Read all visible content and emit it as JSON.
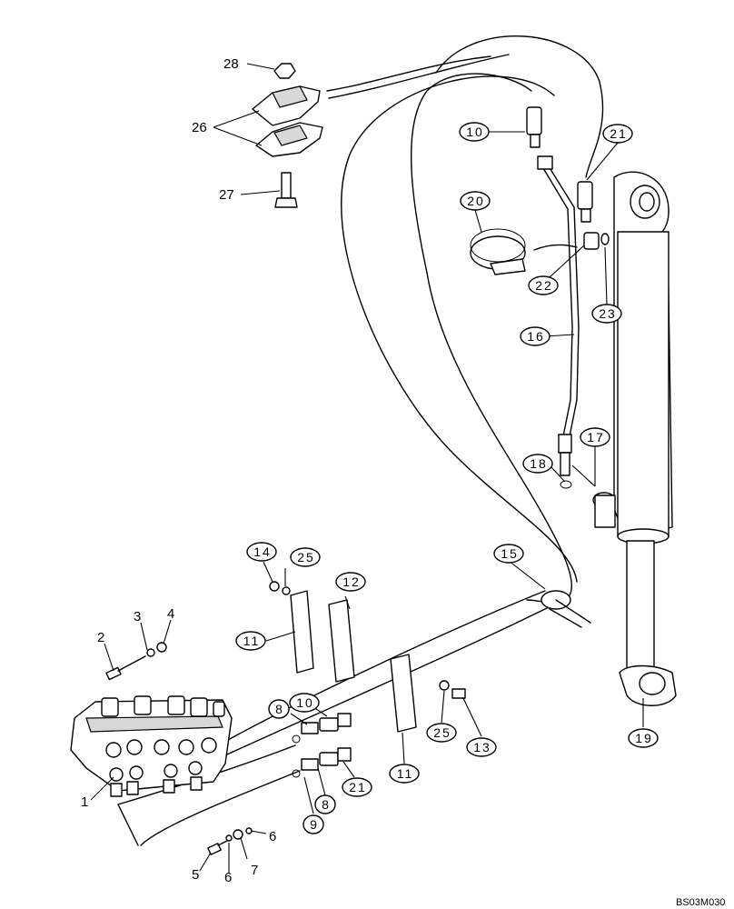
{
  "callouts": {
    "c28": "28",
    "c26": "26",
    "c27": "27",
    "c10a": "10",
    "c21a": "21",
    "c20": "20",
    "c22": "22",
    "c23": "23",
    "c16": "16",
    "c17": "17",
    "c18": "18",
    "c15": "15",
    "c14": "14",
    "c25a": "25",
    "c12": "12",
    "c11a": "11",
    "c2": "2",
    "c3": "3",
    "c4": "4",
    "c8a": "8",
    "c10b": "10",
    "c25b": "25",
    "c13": "13",
    "c19": "19",
    "c1": "1",
    "c9": "9",
    "c8b": "8",
    "c21b": "21",
    "c11b": "11",
    "c5": "5",
    "c6a": "6",
    "c6b": "6",
    "c7": "7"
  },
  "drawing_code": "BS03M030"
}
